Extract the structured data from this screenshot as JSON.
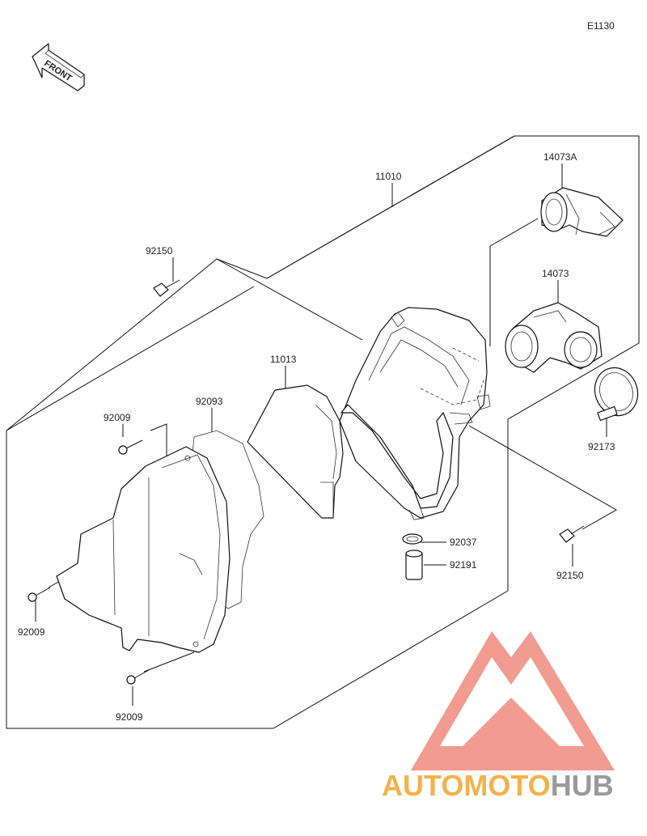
{
  "diagram": {
    "code": "E1130",
    "front_label": "FRONT",
    "parts": {
      "air_cleaner_case": "11010",
      "duct_upper": "14073A",
      "duct_lower": "14073",
      "bolt_top": "92150",
      "bolt_right": "92150",
      "element": "11013",
      "gasket": "92093",
      "screw_upper": "92009",
      "screw_left": "92009",
      "screw_bottom": "92009",
      "clamp": "92173",
      "drain_clamp": "92037",
      "drain_plug": "92191"
    }
  },
  "watermark": {
    "part1": "AUTO",
    "part2": "MOTO",
    "part3": "HUB",
    "logo_color": "#f08a7e",
    "text_color_accent": "#f4b24a",
    "text_color_gray": "#9a9a9a"
  }
}
